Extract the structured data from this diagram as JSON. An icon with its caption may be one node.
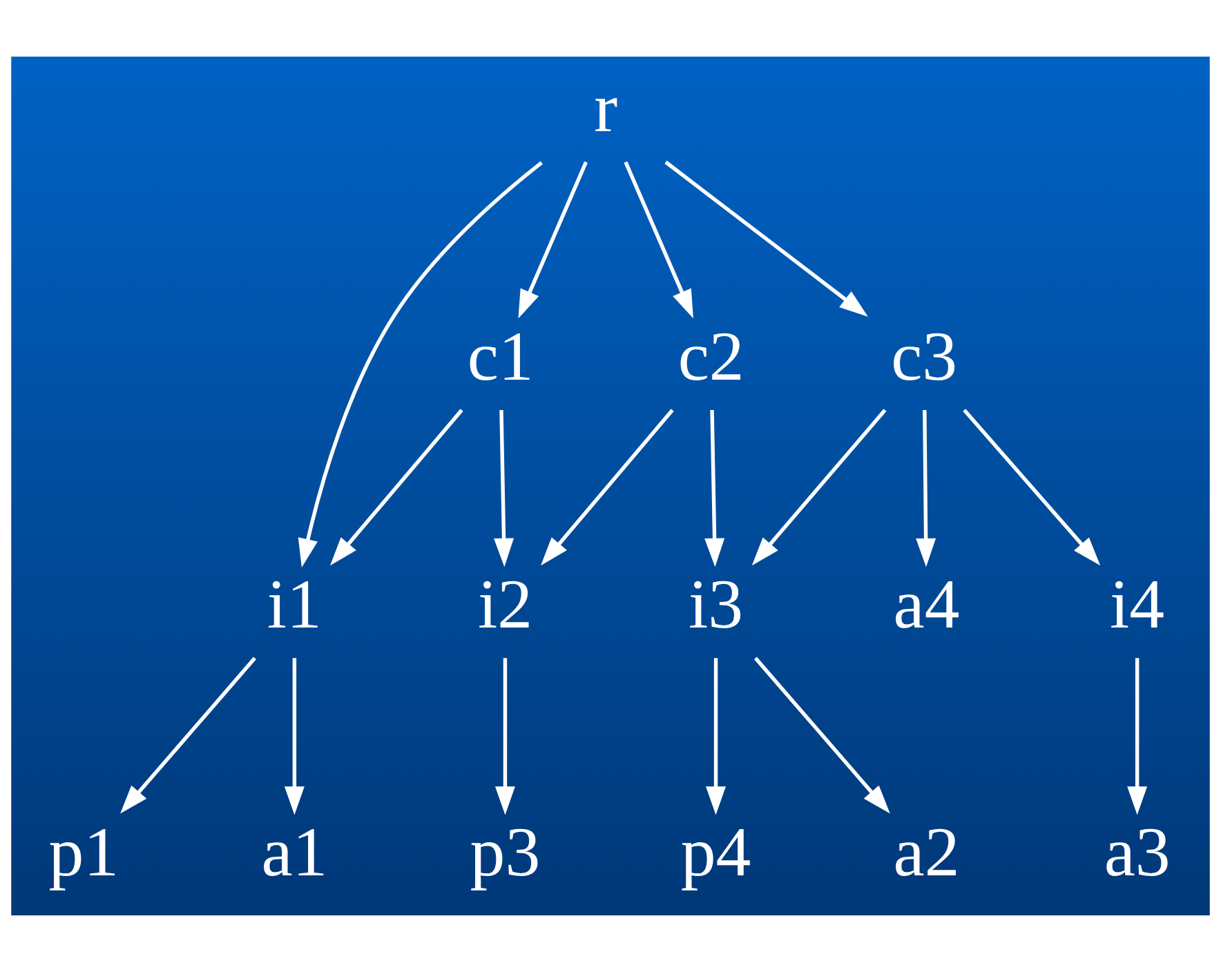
{
  "diagram": {
    "nodes": [
      {
        "text": [
          "r"
        ]
      },
      {
        "text": [
          "c1"
        ]
      },
      {
        "text": [
          "c2"
        ]
      },
      {
        "text": [
          "c3"
        ]
      },
      {
        "text": [
          "i1"
        ]
      },
      {
        "text": [
          "i2"
        ]
      },
      {
        "text": [
          "i3"
        ]
      },
      {
        "text": [
          "a4"
        ]
      },
      {
        "text": [
          "i4"
        ]
      },
      {
        "text": [
          "p1"
        ]
      },
      {
        "text": [
          "a1"
        ]
      },
      {
        "text": [
          "p3"
        ]
      },
      {
        "text": [
          "p4"
        ]
      },
      {
        "text": [
          "a2"
        ]
      },
      {
        "text": [
          "a3"
        ]
      }
    ],
    "edges": [
      {
        "from": 0,
        "to": 4,
        "arrow": "to"
      },
      {
        "from": 0,
        "to": 1,
        "arrow": "to"
      },
      {
        "from": 0,
        "to": 2,
        "arrow": "to"
      },
      {
        "from": 0,
        "to": 3,
        "arrow": "to"
      },
      {
        "from": 1,
        "to": 4,
        "arrow": "to"
      },
      {
        "from": 1,
        "to": 5,
        "arrow": "to"
      },
      {
        "from": 2,
        "to": 5,
        "arrow": "to"
      },
      {
        "from": 2,
        "to": 6,
        "arrow": "to"
      },
      {
        "from": 3,
        "to": 6,
        "arrow": "to"
      },
      {
        "from": 3,
        "to": 7,
        "arrow": "to"
      },
      {
        "from": 3,
        "to": 8,
        "arrow": "to"
      },
      {
        "from": 4,
        "to": 9,
        "arrow": "to"
      },
      {
        "from": 4,
        "to": 10,
        "arrow": "to"
      },
      {
        "from": 5,
        "to": 11,
        "arrow": "to"
      },
      {
        "from": 6,
        "to": 12,
        "arrow": "to"
      },
      {
        "from": 6,
        "to": 13,
        "arrow": "to"
      },
      {
        "from": 8,
        "to": 14,
        "arrow": "to"
      }
    ]
  }
}
